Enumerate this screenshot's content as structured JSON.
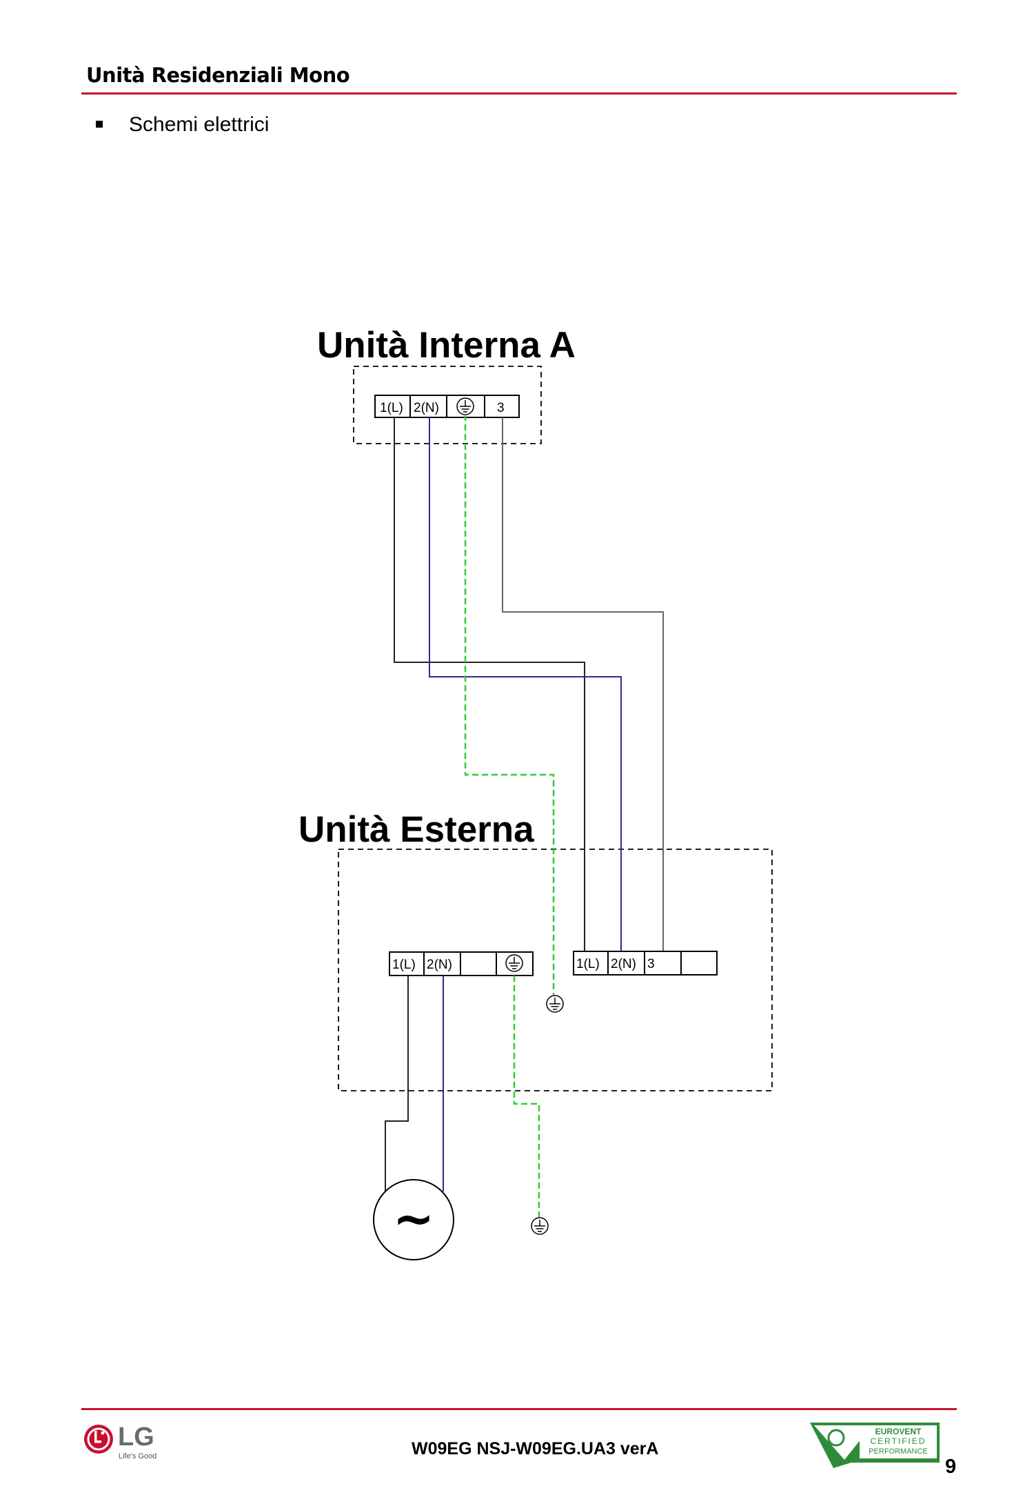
{
  "header": {
    "title": "Unità Residenziali Mono"
  },
  "section": {
    "bullet_text": "Schemi elettrici"
  },
  "diagram": {
    "indoor_title": "Unità Interna A",
    "outdoor_title": "Unità Esterna",
    "indoor_terminals": [
      "1(L)",
      "2(N)",
      "3"
    ],
    "outdoor_power_terminals": [
      "1(L)",
      "2(N)"
    ],
    "outdoor_link_terminals": [
      "1(L)",
      "2(N)",
      "3"
    ],
    "ac_source_symbol": "~",
    "colors": {
      "line_wire": "#222222",
      "neutral_wire": "#2b2b8f",
      "earth_wire": "#33cc33",
      "signal_wire": "#666666"
    }
  },
  "footer": {
    "model_code": "W09EG NSJ-W09EG.UA3  verA",
    "page_number": "9",
    "brand": "LG",
    "brand_tagline": "Life's Good",
    "cert_lines": [
      "EUROVENT",
      "CERTIFIED",
      "PERFORMANCE"
    ]
  }
}
